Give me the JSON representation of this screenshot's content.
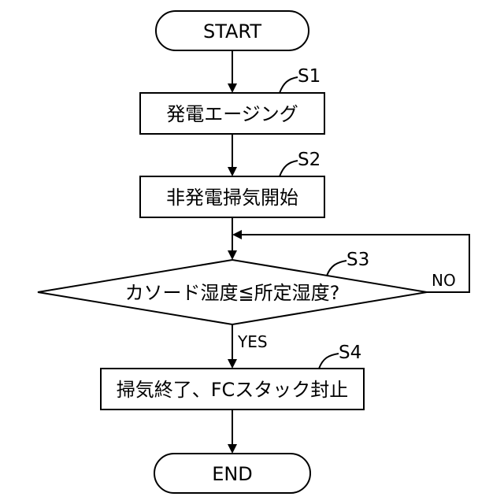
{
  "flowchart": {
    "start": {
      "label": "START"
    },
    "s1": {
      "tag": "S1",
      "label": "発電エージング"
    },
    "s2": {
      "tag": "S2",
      "label": "非発電掃気開始"
    },
    "s3": {
      "tag": "S3",
      "label": "カソード湿度≦所定湿度?",
      "yes_label": "YES",
      "no_label": "NO"
    },
    "s4": {
      "tag": "S4",
      "label": "掃気終了、FCスタック封止"
    },
    "end": {
      "label": "END"
    }
  }
}
